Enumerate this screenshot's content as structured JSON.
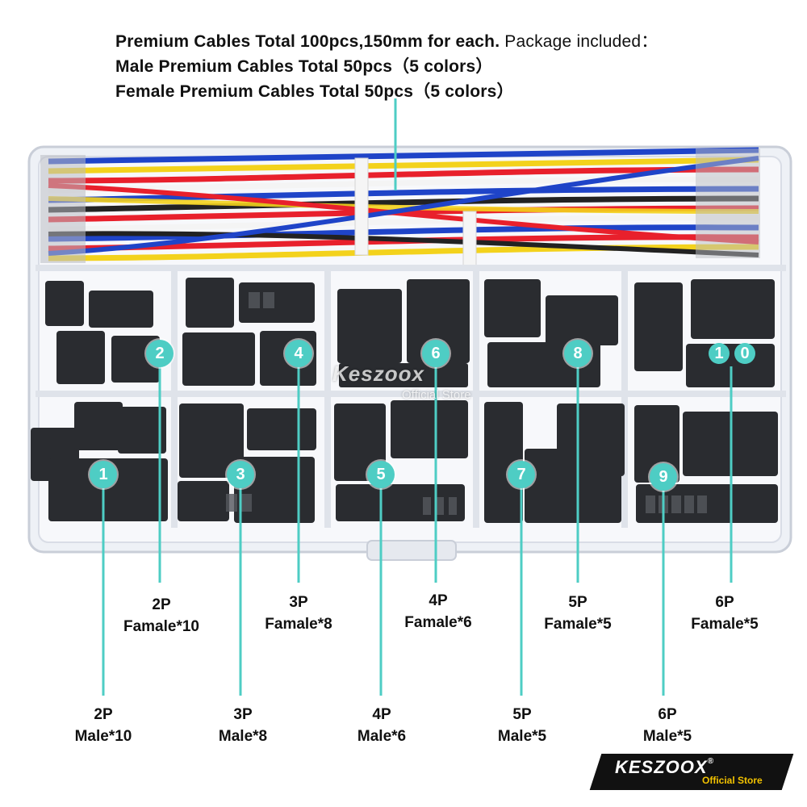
{
  "header": {
    "line1_bold": "Premium Cables Total 100pcs,150mm for each.",
    "line1_light": "Package included：",
    "line2": "Male Premium Cables Total 50pcs（5 colors）",
    "line3": "Female Premium Cables Total 50pcs（5 colors）"
  },
  "badges": [
    "1",
    "2",
    "3",
    "4",
    "5",
    "6",
    "7",
    "8",
    "9",
    "10"
  ],
  "badge_10_digits": [
    "1",
    "0"
  ],
  "female_labels": [
    {
      "size": "2P",
      "desc": "Famale*10"
    },
    {
      "size": "3P",
      "desc": "Famale*8"
    },
    {
      "size": "4P",
      "desc": "Famale*6"
    },
    {
      "size": "5P",
      "desc": "Famale*5"
    },
    {
      "size": "6P",
      "desc": "Famale*5"
    }
  ],
  "male_labels": [
    {
      "size": "2P",
      "desc": "Male*10"
    },
    {
      "size": "3P",
      "desc": "Male*8"
    },
    {
      "size": "4P",
      "desc": "Male*6"
    },
    {
      "size": "5P",
      "desc": "Male*5"
    },
    {
      "size": "6P",
      "desc": "Male*5"
    }
  ],
  "watermark": {
    "brand": "Keszoox",
    "sub": "Official Store"
  },
  "logo": {
    "brand": "KESZOOX",
    "sub": "Official Store"
  },
  "colors": {
    "accent": "#4ecdc4",
    "wire_red": "#e8202c",
    "wire_blue": "#1f44c8",
    "wire_yellow": "#f3d21c",
    "wire_white": "#f4f4f4",
    "wire_black": "#222222",
    "connector": "#2a2c30"
  }
}
